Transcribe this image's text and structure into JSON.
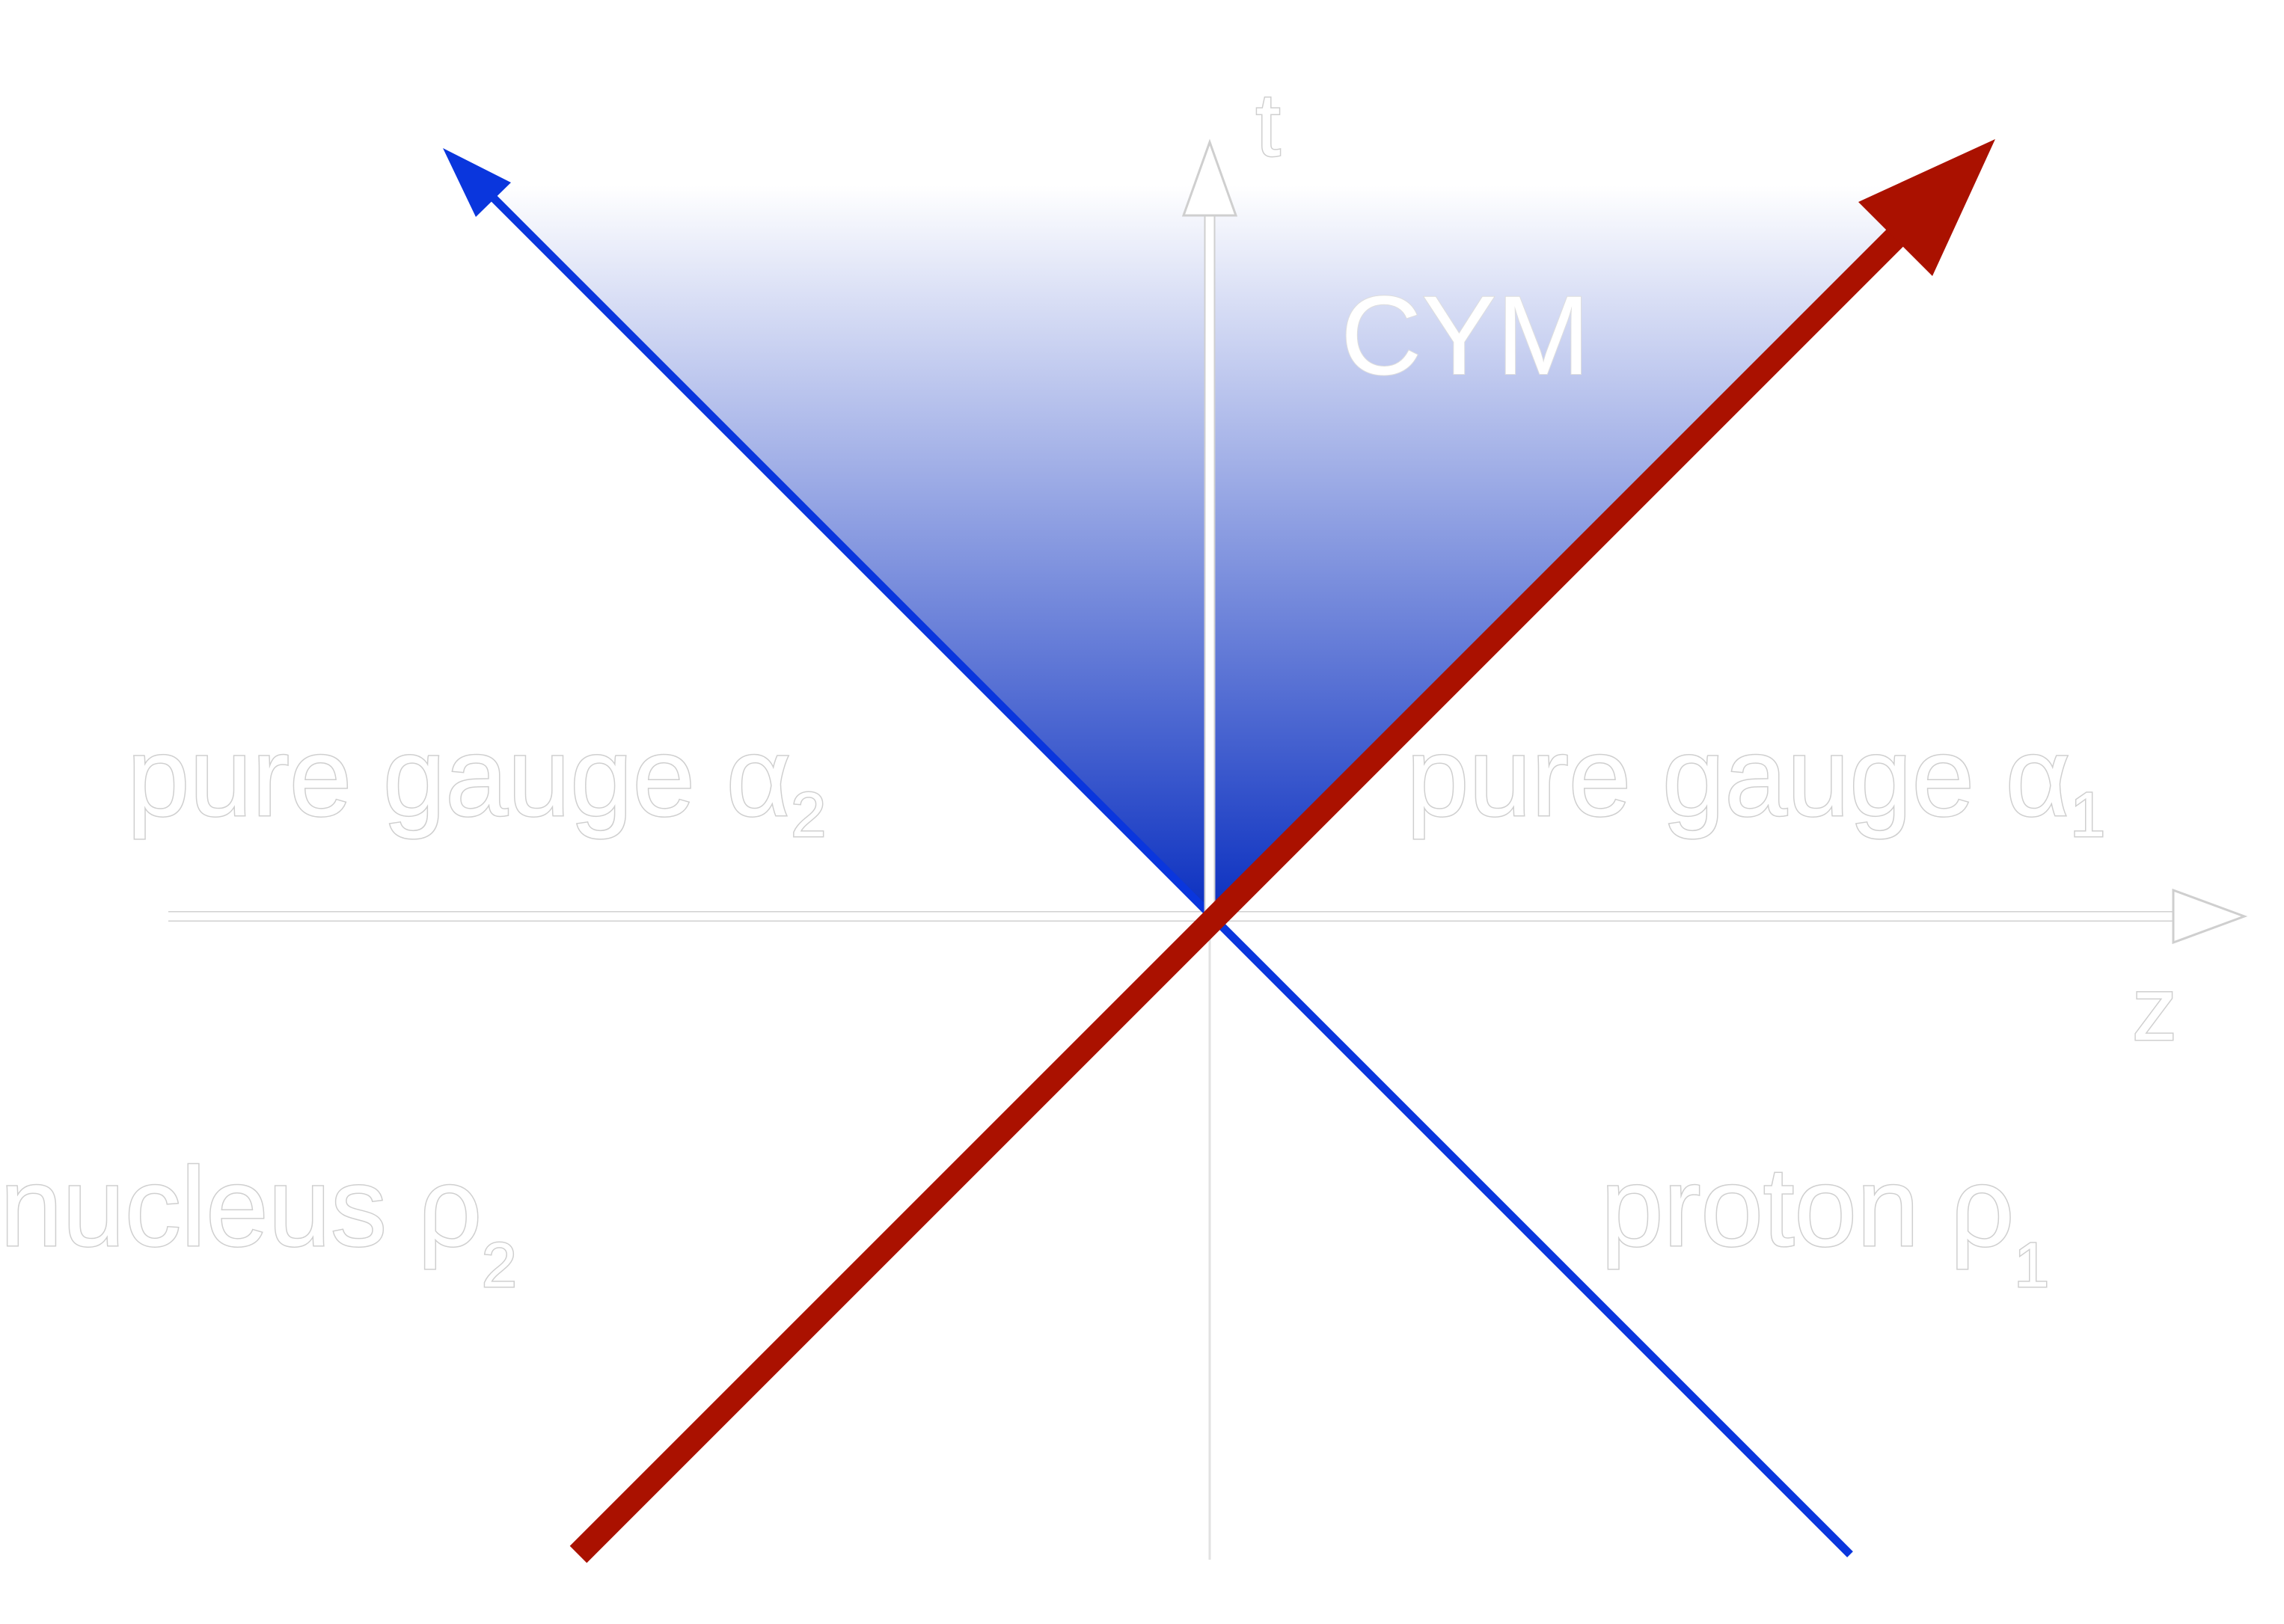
{
  "labels": {
    "time_axis": "t",
    "space_axis": "z",
    "forward_region": "CYM",
    "left_gauge": "pure gauge α",
    "left_gauge_sub": "2",
    "right_gauge": "pure gauge α",
    "right_gauge_sub": "1",
    "nucleus": "nucleus ρ",
    "nucleus_sub": "2",
    "proton": "proton ρ",
    "proton_sub": "1"
  },
  "colors": {
    "proton_line": "#aa1100",
    "nucleus_line": "#0a36dd",
    "cone_top": "#ffffff",
    "cone_bottom": "#0a2fc0",
    "axis_outline": "#d0d0d0"
  }
}
